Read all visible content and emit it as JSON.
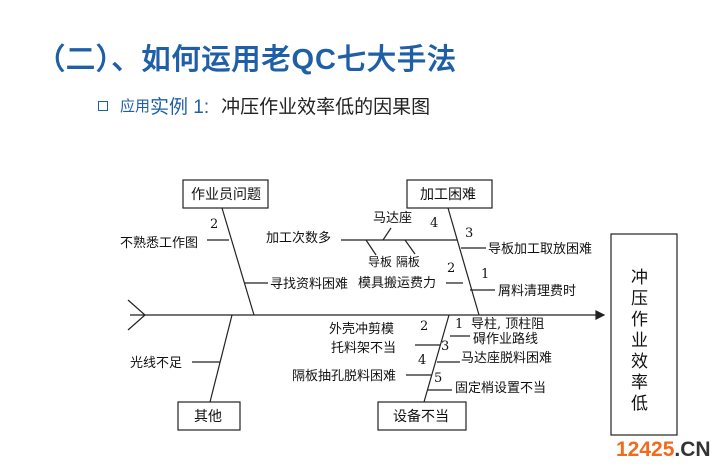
{
  "header": {
    "title": "（二）、如何运用老QC七大手法",
    "subtitle_prefix_small": "应用",
    "subtitle_prefix_large": "实例 1:",
    "subtitle_text": "冲压作业效率低的因果图"
  },
  "diagram": {
    "effect": "冲压作业效率低",
    "categories": {
      "operator": "作业员问题",
      "processing": "加工困难",
      "other": "其他",
      "equipment": "设备不当"
    },
    "causes": {
      "unfamiliar_drawing": "不熟悉工作图",
      "unfamiliar_num": "2",
      "search_material": "寻找资料困难",
      "many_processes": "加工次数多",
      "motor_seat": "马达座",
      "num_4a": "4",
      "guide_partition": "导板 隔板",
      "mold_transport": "模具搬运费力",
      "num_2b": "2",
      "num_3a": "3",
      "guide_plate": "导板加工取放困难",
      "num_1a": "1",
      "scrap_cleaning": "屑料清理费时",
      "num_1b": "1",
      "guide_pillar_1": "导柱, 顶柱阻",
      "guide_pillar_2": "碍作业路线",
      "shell_die_1": "外壳冲剪模",
      "shell_die_2": "托料架不当",
      "num_2c": "2",
      "num_3b": "3",
      "num_4b": "4",
      "motor_demold": "马达座脱料困难",
      "partition_hole": "隔板抽孔脱料困难",
      "num_5": "5",
      "pin_setting": "固定梢设置不当",
      "lighting": "光线不足"
    }
  },
  "watermark": {
    "number": "12425",
    "suffix": ".CN"
  }
}
